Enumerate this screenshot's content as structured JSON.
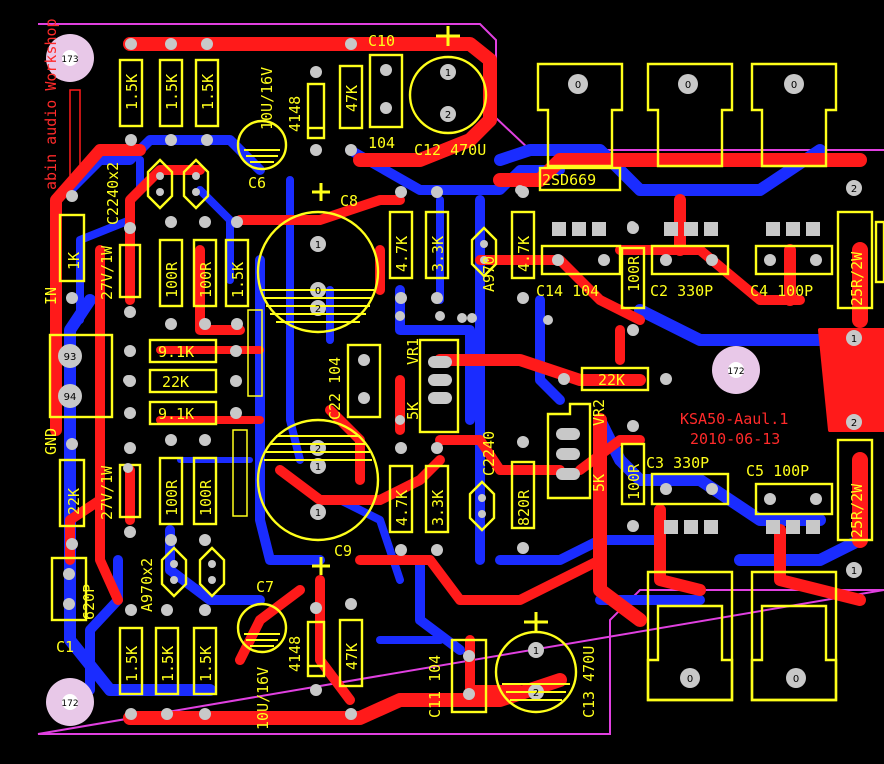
{
  "board": {
    "brand": "abin audio Workshop",
    "model": "KSA50-Aaul.1",
    "date": "2010-06-13",
    "io_in": "IN",
    "io_gnd": "GND",
    "mount_holes": [
      "173",
      "172",
      "172"
    ],
    "pad_labels": [
      "93",
      "94"
    ]
  },
  "components": {
    "r_1k5": "1.5K",
    "r_47k": "47K",
    "r_1k": "1K",
    "r_100r": "100R",
    "r_91k": "9.1K",
    "r_22k": "22K",
    "r_47k2": "4.7K",
    "r_33k": "3.3K",
    "r_820r": "820R",
    "r_25r": "25R/2W",
    "cap_10u16v": "10U/16V",
    "cap_10u16v_b": "10U/16V",
    "diode_4148": "4148",
    "diode_4148_b": "4148",
    "c10": "C10",
    "c12": "C12 470U",
    "c13": "C13 470U",
    "c6": "C6",
    "c7": "C7",
    "c8": "C8",
    "c9": "C9",
    "c1": "C1",
    "c2": "C2 330P",
    "c3": "C3 330P",
    "c4": "C4 100P",
    "c5": "C5 100P",
    "c14": "C14 104",
    "c11": "C11 104",
    "c22": "C22 104",
    "v104": "104",
    "vr1": "VR1",
    "vr2": "VR2",
    "pot": "5K",
    "q_2sd669": "2SD669",
    "q_c2240x2": "C2240x2",
    "q_a970x2": "A970x2",
    "q_a970": "A970",
    "q_c2240": "C2240",
    "zener": "27V/1W",
    "c1val": "620P",
    "pad_0": "0",
    "pad_1": "1",
    "pad_2": "2"
  },
  "colors": {
    "top_copper": "#ff1a1a",
    "bottom_copper": "#1a2cff",
    "silkscreen": "#ffff1a",
    "outline": "#e040e0",
    "background": "#000000"
  }
}
